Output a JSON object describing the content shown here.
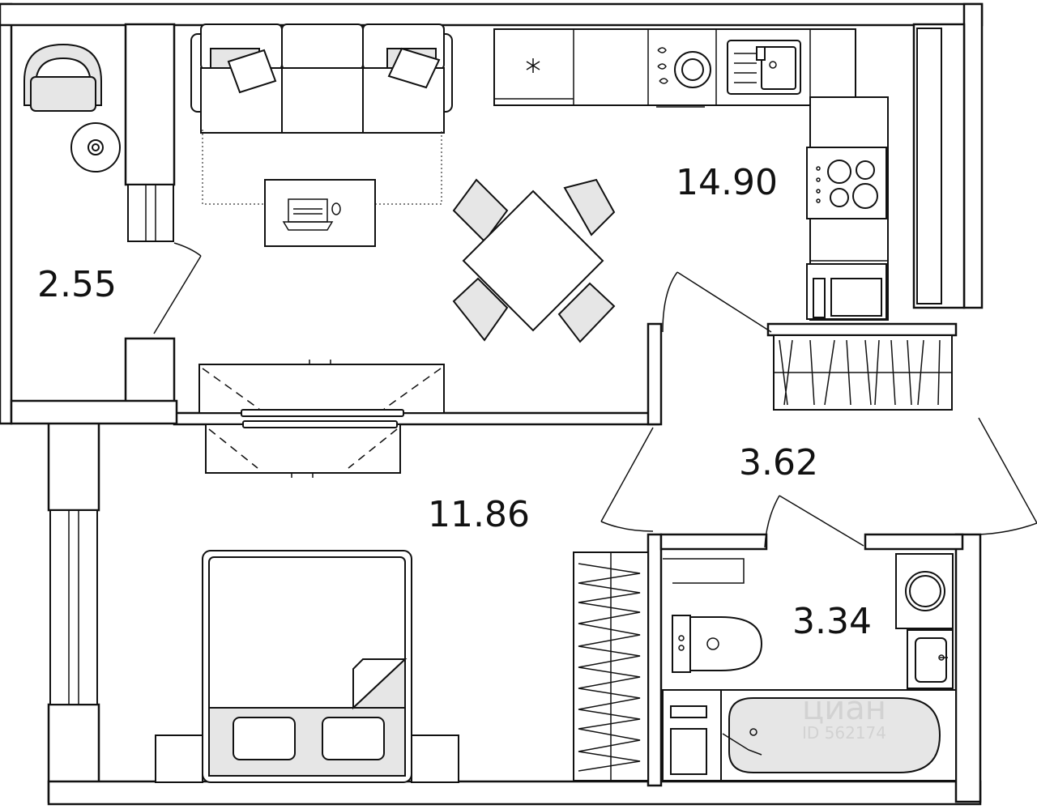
{
  "rooms": [
    {
      "id": "hall",
      "area": "2.55"
    },
    {
      "id": "kitchen-living",
      "area": "14.90"
    },
    {
      "id": "bedroom",
      "area": "11.86"
    },
    {
      "id": "corridor",
      "area": "3.62"
    },
    {
      "id": "bathroom",
      "area": "3.34"
    }
  ],
  "watermark": {
    "brand": "циан",
    "id_text": "ID 562174"
  },
  "colors": {
    "line": "#111111",
    "fill_gray": "#e6e6e6",
    "background": "#ffffff",
    "watermark": "#cfcfcf"
  }
}
